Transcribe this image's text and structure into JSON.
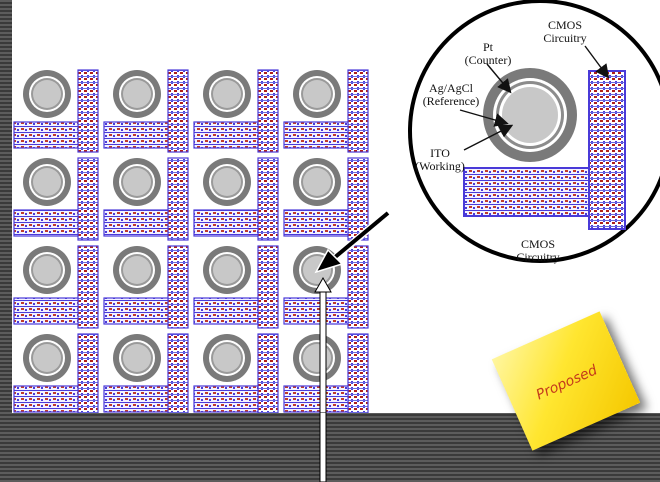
{
  "labels": {
    "pt": [
      "Pt",
      "(Counter)"
    ],
    "cmos_top": [
      "CMOS",
      "Circuitry"
    ],
    "agcl": [
      "Ag/AgCl",
      "(Reference)"
    ],
    "ito": [
      "ITO",
      "(Working)"
    ],
    "cmos_bottom": [
      "CMOS",
      "Circuitry"
    ]
  },
  "sticky_note": "Proposed",
  "array": {
    "rows": 4,
    "columns": 4
  },
  "colors": {
    "electrode_outer": "#7a7a7a",
    "electrode_inner": "#c8c8c8",
    "circuit_blue": "#4a3ad8",
    "circuit_red": "#b0201a",
    "sticky_yellow": "#ffe630",
    "sticky_text": "#c43a1c"
  }
}
